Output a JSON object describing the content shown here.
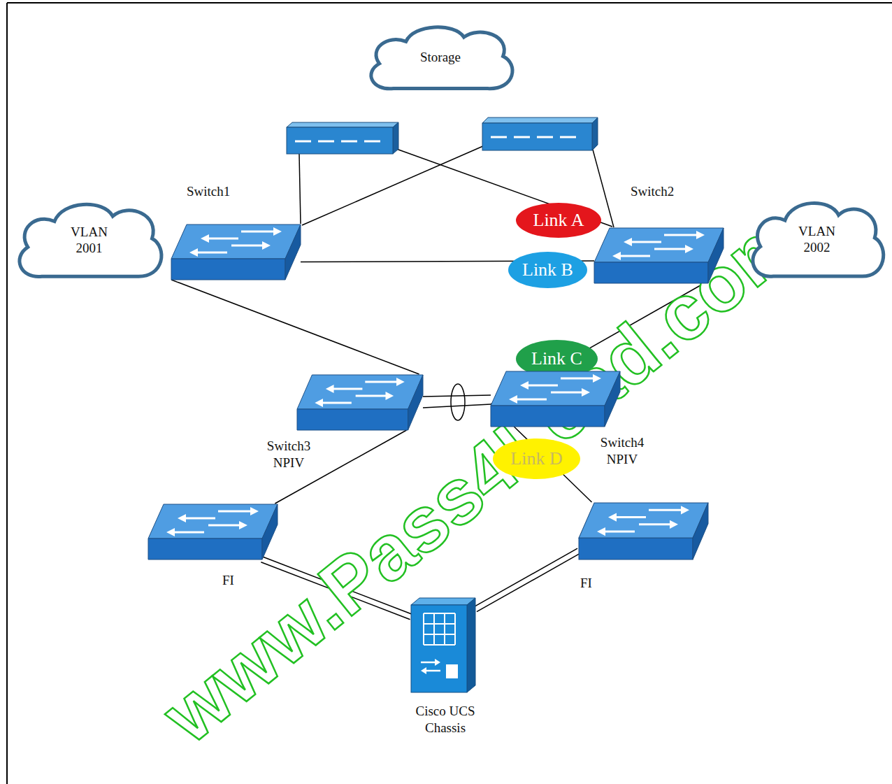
{
  "diagram": {
    "nodes": [
      {
        "text": [
          "Storage"
        ]
      },
      {
        "text": [
          "Switch1"
        ]
      },
      {
        "text": [
          "Switch2"
        ]
      },
      {
        "text": [
          "VLAN 2001"
        ]
      },
      {
        "text": [
          "Link A"
        ]
      },
      {
        "text": [
          "VLAN 2002"
        ]
      },
      {
        "text": [
          "Link B"
        ]
      },
      {
        "text": [
          "Link C"
        ]
      },
      {
        "text": [
          "Switch3 NPIV"
        ]
      },
      {
        "text": [
          "Switch4 NPIV"
        ]
      },
      {
        "text": [
          "Link D"
        ]
      },
      {
        "text": [
          "FI"
        ]
      },
      {
        "text": [
          "FI"
        ]
      },
      {
        "text": [
          "Cisco UCS Chassis"
        ]
      }
    ],
    "edges": [
      {
        "from": 1,
        "to": 2,
        "arrow": "none"
      },
      {
        "from": 1,
        "to": 8,
        "arrow": "none"
      },
      {
        "from": 2,
        "to": 9,
        "arrow": "none"
      },
      {
        "from": 8,
        "to": 9,
        "arrow": "none"
      },
      {
        "from": 8,
        "to": 11,
        "arrow": "none"
      },
      {
        "from": 9,
        "to": 12,
        "arrow": "none"
      },
      {
        "from": 11,
        "to": 13,
        "arrow": "none"
      },
      {
        "from": 12,
        "to": 13,
        "arrow": "none"
      }
    ],
    "labels": [
      "www.Pass4Lead.com"
    ]
  }
}
